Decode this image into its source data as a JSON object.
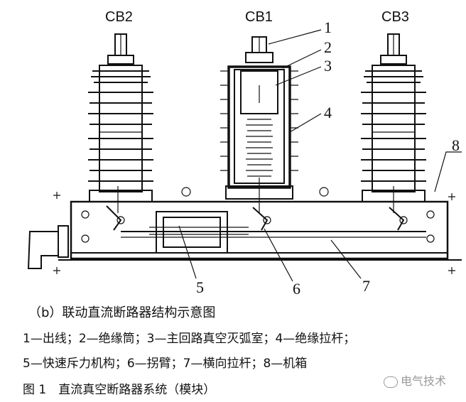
{
  "labels": {
    "cb2": "CB2",
    "cb1": "CB1",
    "cb3": "CB3",
    "n1": "1",
    "n2": "2",
    "n3": "3",
    "n4": "4",
    "n5": "5",
    "n6": "6",
    "n7": "7",
    "n8": "8"
  },
  "caption": "（b）联动直流断路器结构示意图",
  "legend_line1": "1—出线；2—绝缘筒；3—主回路真空灭弧室；4—绝缘拉杆；",
  "legend_line2": "5—快速斥力机构；6—拐臂；7—横向拉杆；8—机箱",
  "figure_title": "图 1　直流真空断路器系统（模块）",
  "watermark": "电气技术"
}
